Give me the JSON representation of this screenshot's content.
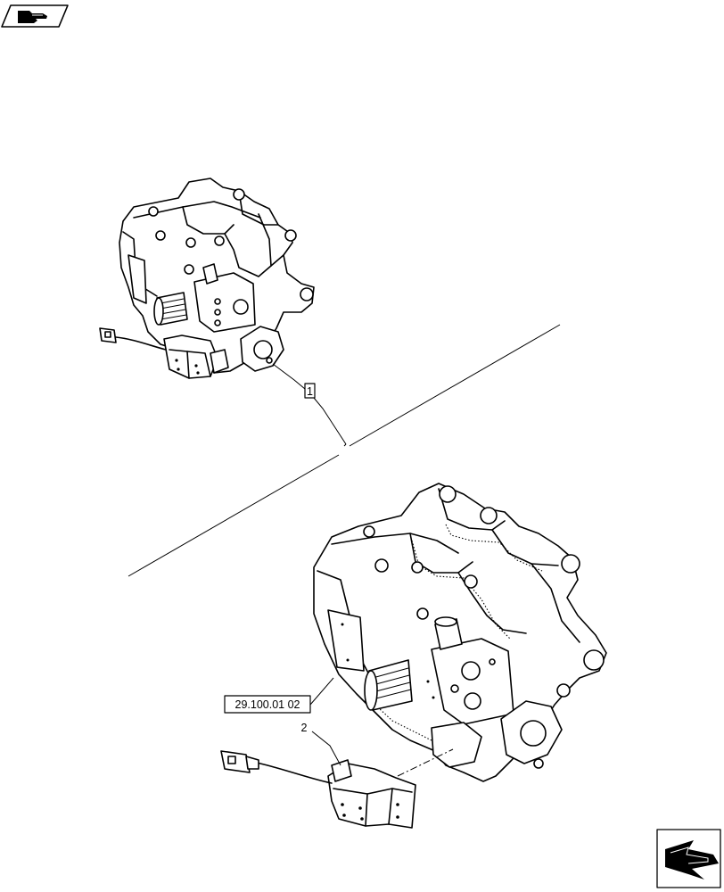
{
  "callouts": {
    "item_1": "1",
    "item_2": "2",
    "ref_code": "29.100.01  02"
  },
  "icons": {
    "top_left": "pointing-hand-icon",
    "bottom_right": "next-page-arrow-icon"
  }
}
